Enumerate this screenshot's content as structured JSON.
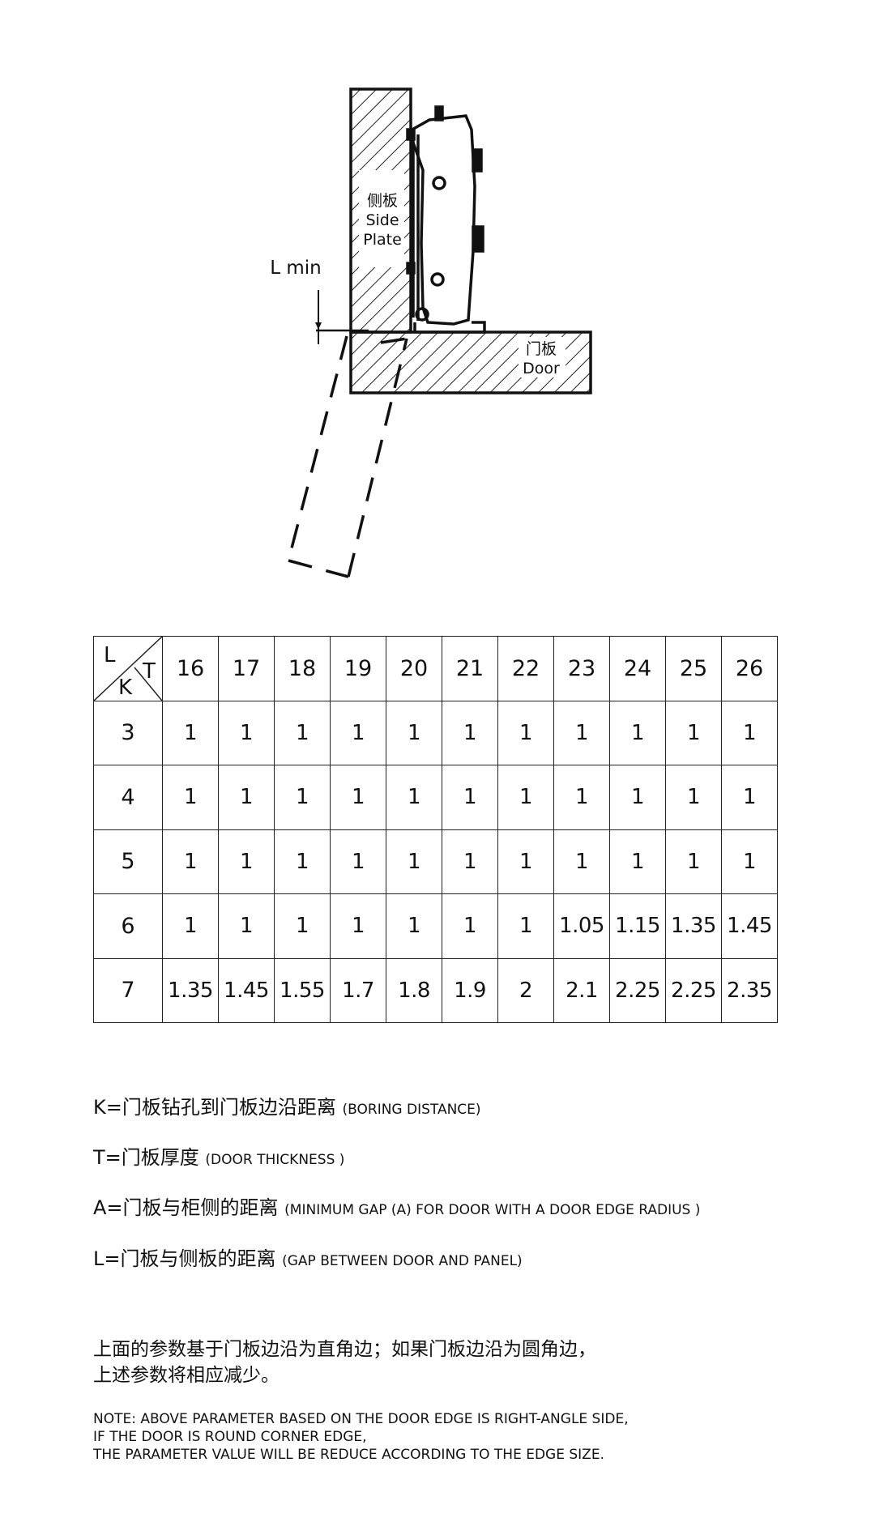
{
  "diagram": {
    "side_plate_cn": "侧板",
    "side_plate_en_1": "Side",
    "side_plate_en_2": "Plate",
    "door_cn": "门板",
    "door_en": "Door",
    "l_min_label": "L min"
  },
  "table": {
    "corner": {
      "l": "L",
      "t": "T",
      "k": "K"
    },
    "columns": [
      "16",
      "17",
      "18",
      "19",
      "20",
      "21",
      "22",
      "23",
      "24",
      "25",
      "26"
    ],
    "rows": [
      {
        "k": "3",
        "values": [
          "1",
          "1",
          "1",
          "1",
          "1",
          "1",
          "1",
          "1",
          "1",
          "1",
          "1"
        ]
      },
      {
        "k": "4",
        "values": [
          "1",
          "1",
          "1",
          "1",
          "1",
          "1",
          "1",
          "1",
          "1",
          "1",
          "1"
        ]
      },
      {
        "k": "5",
        "values": [
          "1",
          "1",
          "1",
          "1",
          "1",
          "1",
          "1",
          "1",
          "1",
          "1",
          "1"
        ]
      },
      {
        "k": "6",
        "values": [
          "1",
          "1",
          "1",
          "1",
          "1",
          "1",
          "1",
          "1.05",
          "1.15",
          "1.35",
          "1.45"
        ]
      },
      {
        "k": "7",
        "values": [
          "1.35",
          "1.45",
          "1.55",
          "1.7",
          "1.8",
          "1.9",
          "2",
          "2.1",
          "2.25",
          "2.25",
          "2.35"
        ]
      }
    ]
  },
  "legend": {
    "k_cn": "K=门板钻孔到门板边沿距离",
    "k_en": "(BORING DISTANCE)",
    "t_cn": "T=门板厚度",
    "t_en": "(DOOR THICKNESS )",
    "a_cn": "A=门板与柜侧的距离",
    "a_en": "(MINIMUM GAP (A) FOR DOOR WITH A DOOR EDGE RADIUS )",
    "l_cn": "L=门板与侧板的距离",
    "l_en": "(GAP BETWEEN DOOR AND PANEL)"
  },
  "note": {
    "cn_line1": "上面的参数基于门板边沿为直角边；如果门板边沿为圆角边，",
    "cn_line2": "上述参数将相应减少。",
    "en_line1": "NOTE: ABOVE PARAMETER BASED ON THE DOOR EDGE IS RIGHT-ANGLE SIDE,",
    "en_line2": "IF THE DOOR IS ROUND CORNER EDGE,",
    "en_line3": "THE PARAMETER VALUE WILL BE REDUCE ACCORDING TO THE EDGE SIZE."
  }
}
